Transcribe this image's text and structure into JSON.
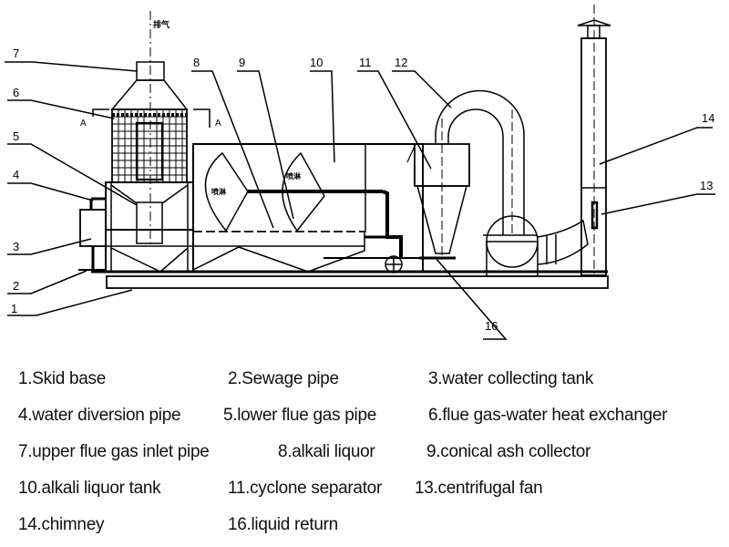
{
  "diagram": {
    "callouts": [
      {
        "id": "1"
      },
      {
        "id": "2"
      },
      {
        "id": "3"
      },
      {
        "id": "4"
      },
      {
        "id": "5"
      },
      {
        "id": "6"
      },
      {
        "id": "7"
      },
      {
        "id": "8"
      },
      {
        "id": "9"
      },
      {
        "id": "10"
      },
      {
        "id": "11"
      },
      {
        "id": "12"
      },
      {
        "id": "13"
      },
      {
        "id": "14"
      },
      {
        "id": "16"
      }
    ],
    "section_mark": "A",
    "exhaust_label": "排气",
    "spray_label": "喷淋"
  },
  "legend": [
    {
      "label": "1.Skid base"
    },
    {
      "label": "2.Sewage pipe"
    },
    {
      "label": "3.water collecting tank"
    },
    {
      "label": "4.water diversion pipe"
    },
    {
      "label": "5.lower flue gas pipe"
    },
    {
      "label": "6.flue gas-water heat exchanger"
    },
    {
      "label": "7.upper flue gas inlet pipe"
    },
    {
      "label": "8.alkali liquor"
    },
    {
      "label": "9.conical ash collector"
    },
    {
      "label": "10.alkali liquor tank"
    },
    {
      "label": "11.cyclone separator"
    },
    {
      "label": "13.centrifugal fan"
    },
    {
      "label": "14.chimney"
    },
    {
      "label": "16.liquid return"
    }
  ]
}
